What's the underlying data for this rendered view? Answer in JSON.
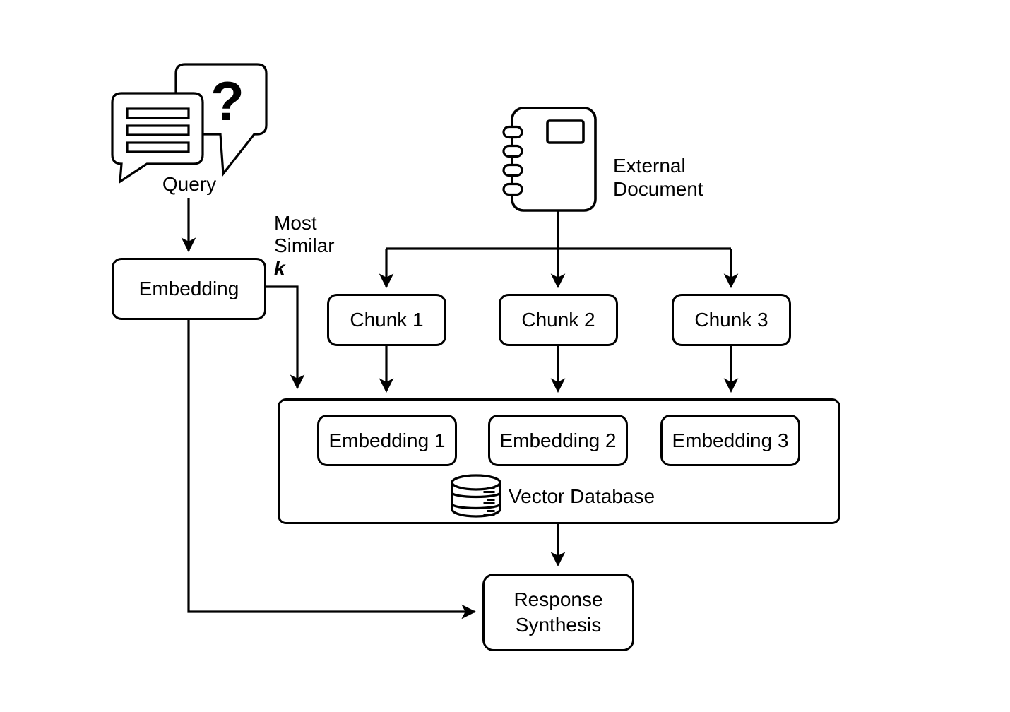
{
  "diagram": {
    "background": "#ffffff",
    "stroke_color": "#000000",
    "query": {
      "label": "Query",
      "question_mark": "?"
    },
    "embedding": {
      "label": "Embedding"
    },
    "most_similar": {
      "line1": "Most",
      "line2": "Similar",
      "k": "k"
    },
    "external_document": {
      "line1": "External",
      "line2": "Document"
    },
    "chunks": [
      {
        "label": "Chunk 1"
      },
      {
        "label": "Chunk 2"
      },
      {
        "label": "Chunk 3"
      }
    ],
    "embeddings": [
      {
        "label": "Embedding 1"
      },
      {
        "label": "Embedding 2"
      },
      {
        "label": "Embedding 3"
      }
    ],
    "vector_database": {
      "label": "Vector Database"
    },
    "response_synthesis": {
      "line1": "Response",
      "line2": "Synthesis"
    }
  }
}
